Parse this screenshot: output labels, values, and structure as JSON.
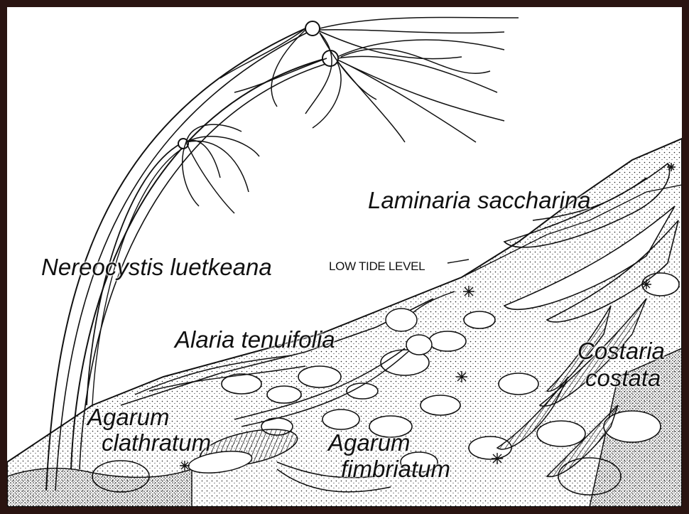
{
  "labels": {
    "laminaria": "Laminaria saccharina",
    "nereocystis": "Nereocystis luetkeana",
    "low_tide": "LOW TIDE LEVEL",
    "alaria": "Alaria tenuifolia",
    "costaria_1": "Costaria",
    "costaria_2": "costata",
    "agarum_c_1": "Agarum",
    "agarum_c_2": "clathratum",
    "agarum_f_1": "Agarum",
    "agarum_f_2": "fimbriatum"
  },
  "colors": {
    "frame": "#2a1411",
    "ink": "#111111",
    "paper": "#ffffff"
  }
}
